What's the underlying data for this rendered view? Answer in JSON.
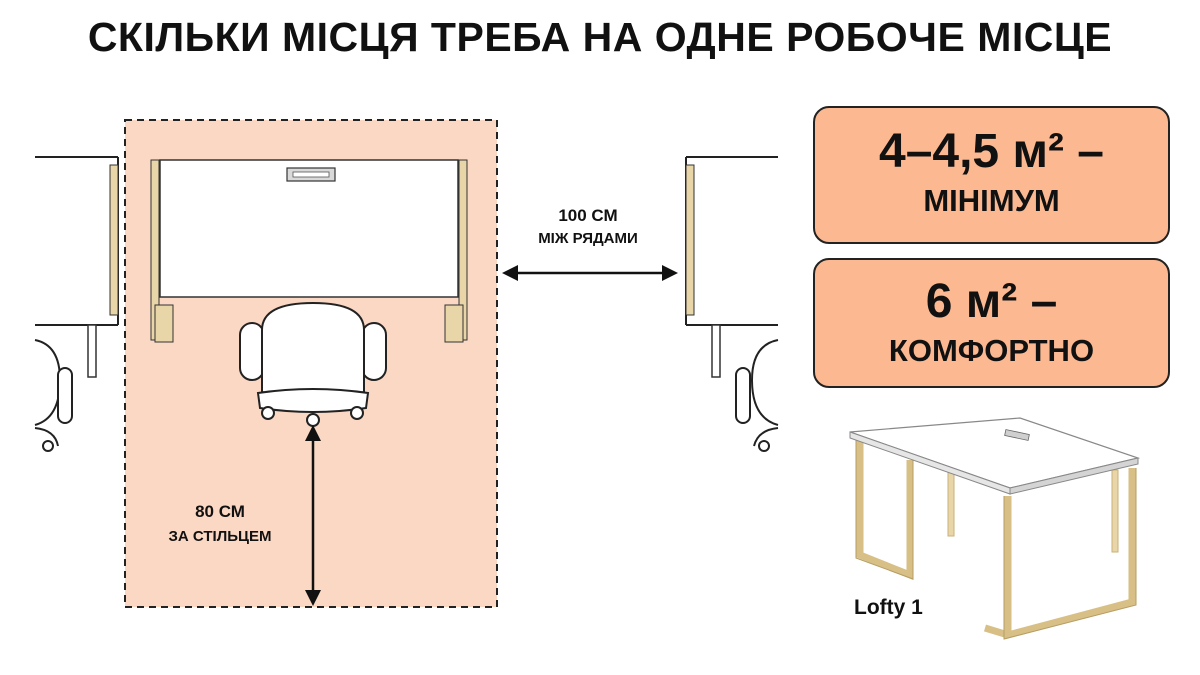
{
  "title": "Скільки місця треба на одне робоче місце",
  "labels": {
    "rows_distance": "100 см",
    "rows_caption": "між рядами",
    "chair_distance": "80 см",
    "chair_caption": "за стільцем"
  },
  "cards": {
    "minimum": {
      "value": "4–4,5 м² –",
      "caption": "мінімум"
    },
    "comfort": {
      "value": "6 м² –",
      "caption": "комфортно"
    }
  },
  "desk_model": "Lofty 1",
  "colors": {
    "zone_fill": "#fbd8c4",
    "card_fill": "#fbb891",
    "desk_leg": "#e9d6a8"
  }
}
